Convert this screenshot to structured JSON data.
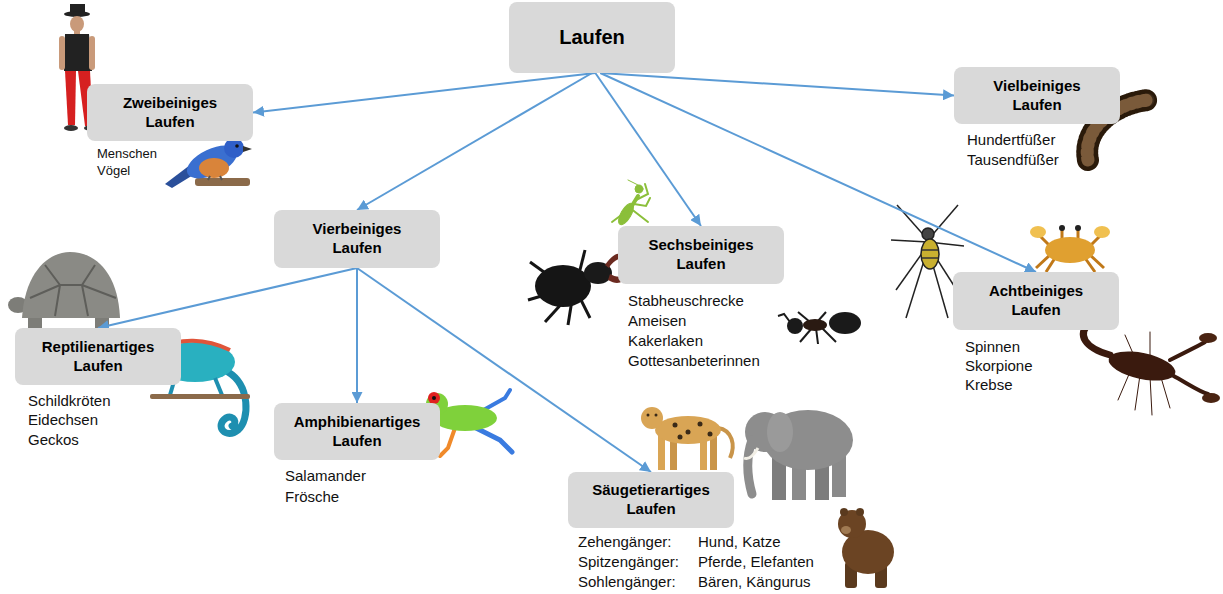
{
  "diagram": {
    "nodes": [
      {
        "text": [
          "Laufen"
        ]
      },
      {
        "text": [
          "Zweibeiniges Laufen"
        ]
      },
      {
        "text": [
          "Vielbeiniges Laufen"
        ]
      },
      {
        "text": [
          "Vierbeiniges Laufen"
        ]
      },
      {
        "text": [
          "Sechsbeiniges Laufen"
        ]
      },
      {
        "text": [
          "Achtbeiniges Laufen"
        ]
      },
      {
        "text": [
          "Reptilienartiges Laufen"
        ]
      },
      {
        "text": [
          "Amphibienartiges Laufen"
        ]
      },
      {
        "text": [
          "Säugetierartiges Laufen"
        ]
      }
    ],
    "edges": [
      {
        "from": 0,
        "to": 1,
        "arrow": "to"
      },
      {
        "from": 0,
        "to": 2,
        "arrow": "to"
      },
      {
        "from": 0,
        "to": 3,
        "arrow": "to"
      },
      {
        "from": 0,
        "to": 4,
        "arrow": "to"
      },
      {
        "from": 0,
        "to": 5,
        "arrow": "to"
      },
      {
        "from": 3,
        "to": 6,
        "arrow": "to"
      },
      {
        "from": 3,
        "to": 7,
        "arrow": "to"
      },
      {
        "from": 3,
        "to": 8,
        "arrow": "to"
      }
    ],
    "labels": [
      "Menschen",
      "Vögel",
      "Hundertfüßer",
      "Tausendfüßer",
      "Stabheuschrecke",
      "Ameisen",
      "Kakerlaken",
      "Gottesanbeterinnen",
      "Spinnen",
      "Skorpione",
      "Krebse",
      "Schildkröten",
      "Eidechsen",
      "Geckos",
      "Salamander",
      "Frösche",
      "Zehengänger:",
      "Hund, Katze",
      "Spitzengänger:",
      "Pferde, Elefanten",
      "Sohlengänger:",
      "Bären, Kängurus"
    ]
  }
}
